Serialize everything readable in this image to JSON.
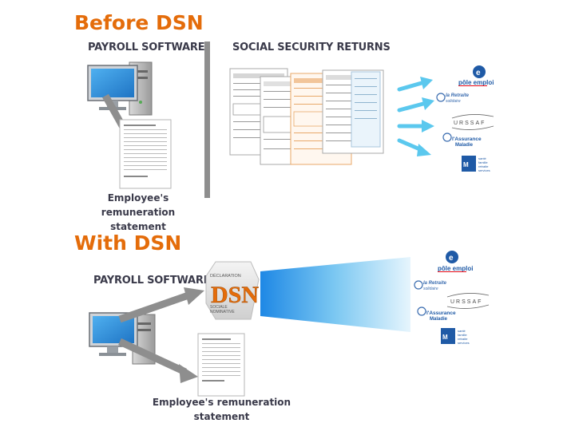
{
  "before": {
    "title": "Before DSN",
    "software_label": "PAYROLL SOFTWARE",
    "returns_label": "SOCIAL SECURITY RETURNS",
    "statement_line1": "Employee's remuneration",
    "statement_line2": "statement"
  },
  "with": {
    "title": "With DSN",
    "software_label": "PAYROLL SOFTWARE",
    "statement_line1": "Employee's remuneration",
    "statement_line2": "statement"
  },
  "dsn_logo": {
    "top_text": "DÉCLARATION",
    "mark": "DSN",
    "bottom_line1": "SOCIALE",
    "bottom_line2": "NOMINATIVE"
  },
  "organizations": {
    "pole_emploi": "pôle emploi",
    "retraite": "la Retraite",
    "retraite_sub": "solidaire",
    "urssaf": "URSSAF",
    "assurance": "l'Assurance",
    "assurance_sub": "Maladie",
    "msa_line1": "santé",
    "msa_line2": "famille",
    "msa_line3": "retraite",
    "msa_line4": "services"
  },
  "colors": {
    "accent_orange": "#e46c0a",
    "arrow_blue": "#5bc8ee",
    "monitor_blue": "#2a8fd8",
    "divider_gray": "#8e8e8e",
    "msa_blue": "#1f5aa6"
  }
}
